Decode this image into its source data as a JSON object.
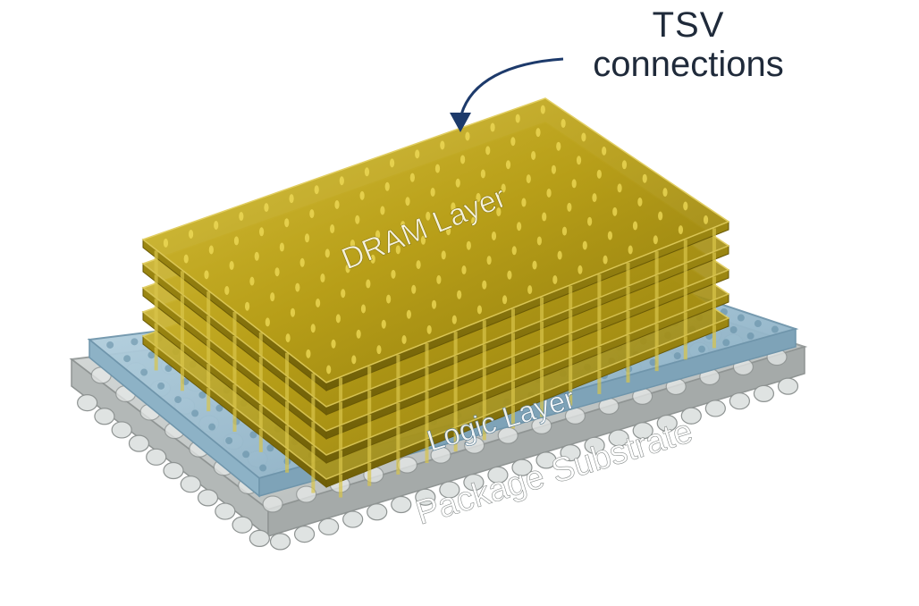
{
  "callout": {
    "line1": "TSV",
    "line2": "connections"
  },
  "layers": {
    "dram": "DRAM Layer",
    "logic": "Logic Layer",
    "substrate": "Package Substrate"
  },
  "colors": {
    "dram_fill": "#b9a21c",
    "dram_edge": "#8a7a10",
    "logic_fill": "#9fc3d6",
    "substrate_fill": "#c9cdcc",
    "arrow": "#1d3a6b",
    "callout_text": "#1f2a3a",
    "label_text": "#ffffff"
  },
  "dram_layer_count": 5
}
